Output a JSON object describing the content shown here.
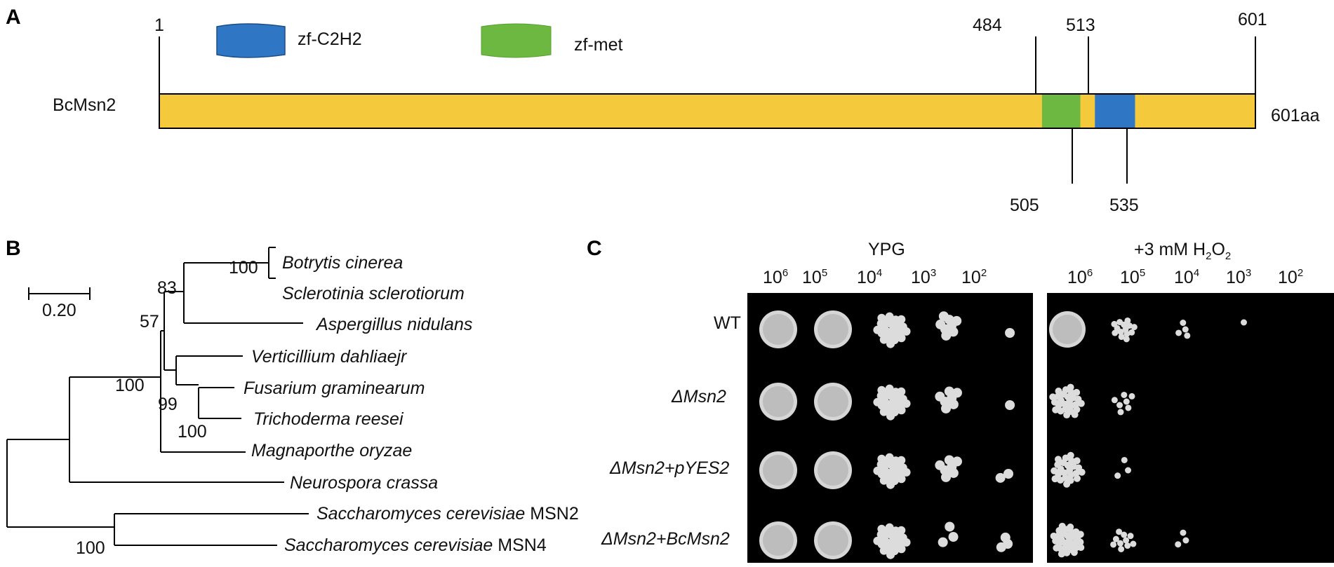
{
  "panel_a": {
    "panel_label": "A",
    "protein_name": "BcMsn2",
    "length_label": "601aa",
    "start_label": "1",
    "end_label": "601",
    "legend": [
      {
        "label": "zf-C2H2",
        "color": "#2f76c4"
      },
      {
        "label": "zf-met",
        "color": "#6cb841"
      }
    ],
    "bar_color": "#f4c93c",
    "length": 601,
    "domains": [
      {
        "name": "zf-met",
        "start": 484,
        "end": 505,
        "color": "#6cb841"
      },
      {
        "name": "zf-C2H2",
        "start": 513,
        "end": 535,
        "color": "#2f76c4"
      }
    ],
    "positions_above": [
      "484",
      "513",
      "601"
    ],
    "positions_below": [
      "505",
      "535"
    ]
  },
  "panel_b": {
    "panel_label": "B",
    "scale_label": "0.20",
    "taxa": [
      {
        "genus_species": "Botrytis cinerea",
        "suffix": ""
      },
      {
        "genus_species": "Sclerotinia sclerotiorum",
        "suffix": ""
      },
      {
        "genus_species": "Aspergillus nidulans",
        "suffix": ""
      },
      {
        "genus_species": "Verticillium dahliaejr",
        "suffix": ""
      },
      {
        "genus_species": "Fusarium graminearum",
        "suffix": ""
      },
      {
        "genus_species": "Trichoderma reesei",
        "suffix": ""
      },
      {
        "genus_species": "Magnaporthe oryzae",
        "suffix": ""
      },
      {
        "genus_species": "Neurospora crassa",
        "suffix": ""
      },
      {
        "genus_species": "Saccharomyces cerevisiae",
        "suffix": " MSN2"
      },
      {
        "genus_species": "Saccharomyces cerevisiae",
        "suffix": " MSN4"
      }
    ],
    "bootstrap_values": [
      "100",
      "83",
      "57",
      "100",
      "99",
      "100",
      "100"
    ]
  },
  "panel_c": {
    "panel_label": "C",
    "condition_ypg": "YPG",
    "condition_h2o2": {
      "prefix": "+3 mM H",
      "sub1": "2",
      "mid": "O",
      "sub2": "2"
    },
    "dilution_base": "10",
    "dilution_exponents": [
      "6",
      "5",
      "4",
      "3",
      "2"
    ],
    "strains": [
      {
        "label": "WT",
        "italic": false
      },
      {
        "label": "ΔMsn2",
        "italic": true
      },
      {
        "label": "ΔMsn2+pYES2",
        "italic": true
      },
      {
        "label": "ΔMsn2+BcMsn2",
        "italic": true
      }
    ]
  }
}
